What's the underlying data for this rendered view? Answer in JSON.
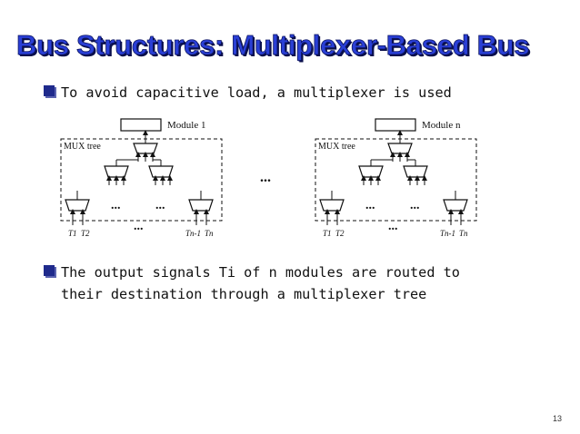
{
  "slide": {
    "title": "Bus Structures: Multiplexer-Based Bus",
    "bullets": [
      "To avoid capacitive load, a multiplexer is used",
      "The output signals Ti of n modules are routed to\ntheir destination through a multiplexer tree"
    ],
    "page_number": "13"
  },
  "diagram": {
    "left": {
      "module_label": "Module 1",
      "tree_label": "MUX tree",
      "inputs": [
        "T1",
        "T2",
        "Tn-1",
        "Tn"
      ]
    },
    "right": {
      "module_label": "Module n",
      "tree_label": "MUX tree",
      "inputs": [
        "T1",
        "T2",
        "Tn-1",
        "Tn"
      ]
    },
    "ellipsis": "..."
  }
}
